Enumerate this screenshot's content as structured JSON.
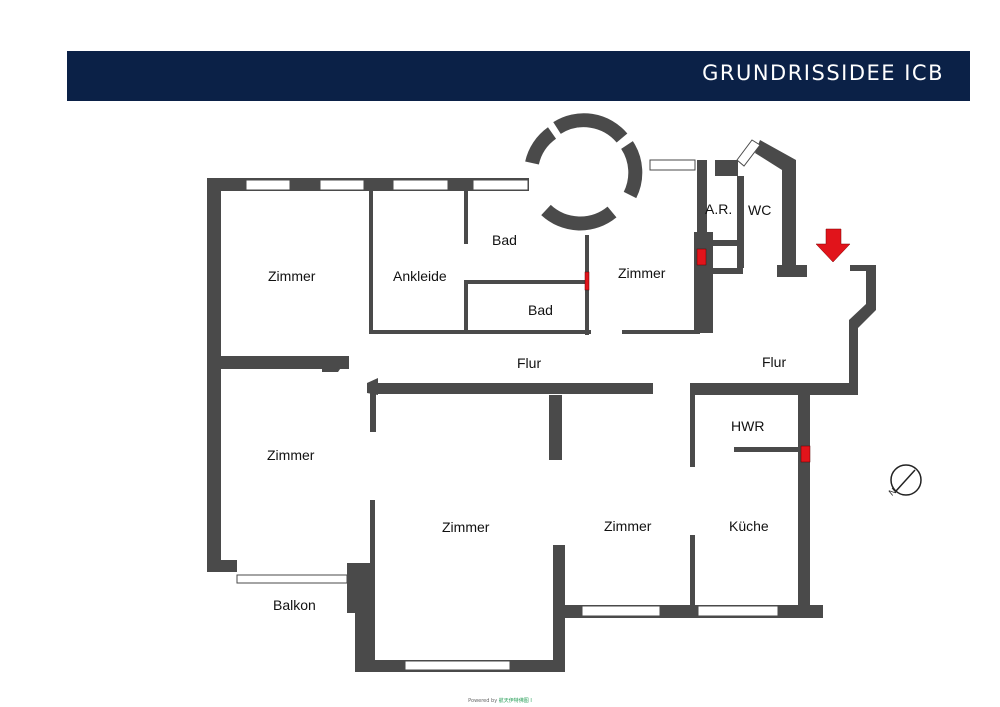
{
  "header": {
    "title": "GRUNDRISSIDEE ICB"
  },
  "colors": {
    "banner": "#0b2147",
    "wall": "#4a4a4a",
    "accent": "#e1141b"
  },
  "rooms": [
    "Zimmer",
    "Ankleide",
    "Bad",
    "Bad",
    "Zimmer",
    "A.R.",
    "WC",
    "Flur",
    "Flur",
    "Zimmer",
    "HWR",
    "Zimmer",
    "Zimmer",
    "Küche",
    "Balkon"
  ],
  "compass": {
    "label": "N",
    "icon": "north-arrow-icon"
  },
  "entrance": {
    "icon": "entrance-arrow-icon"
  },
  "footer": {
    "prefix": "Powered by",
    "brand": "航天伊特佛图 I"
  }
}
